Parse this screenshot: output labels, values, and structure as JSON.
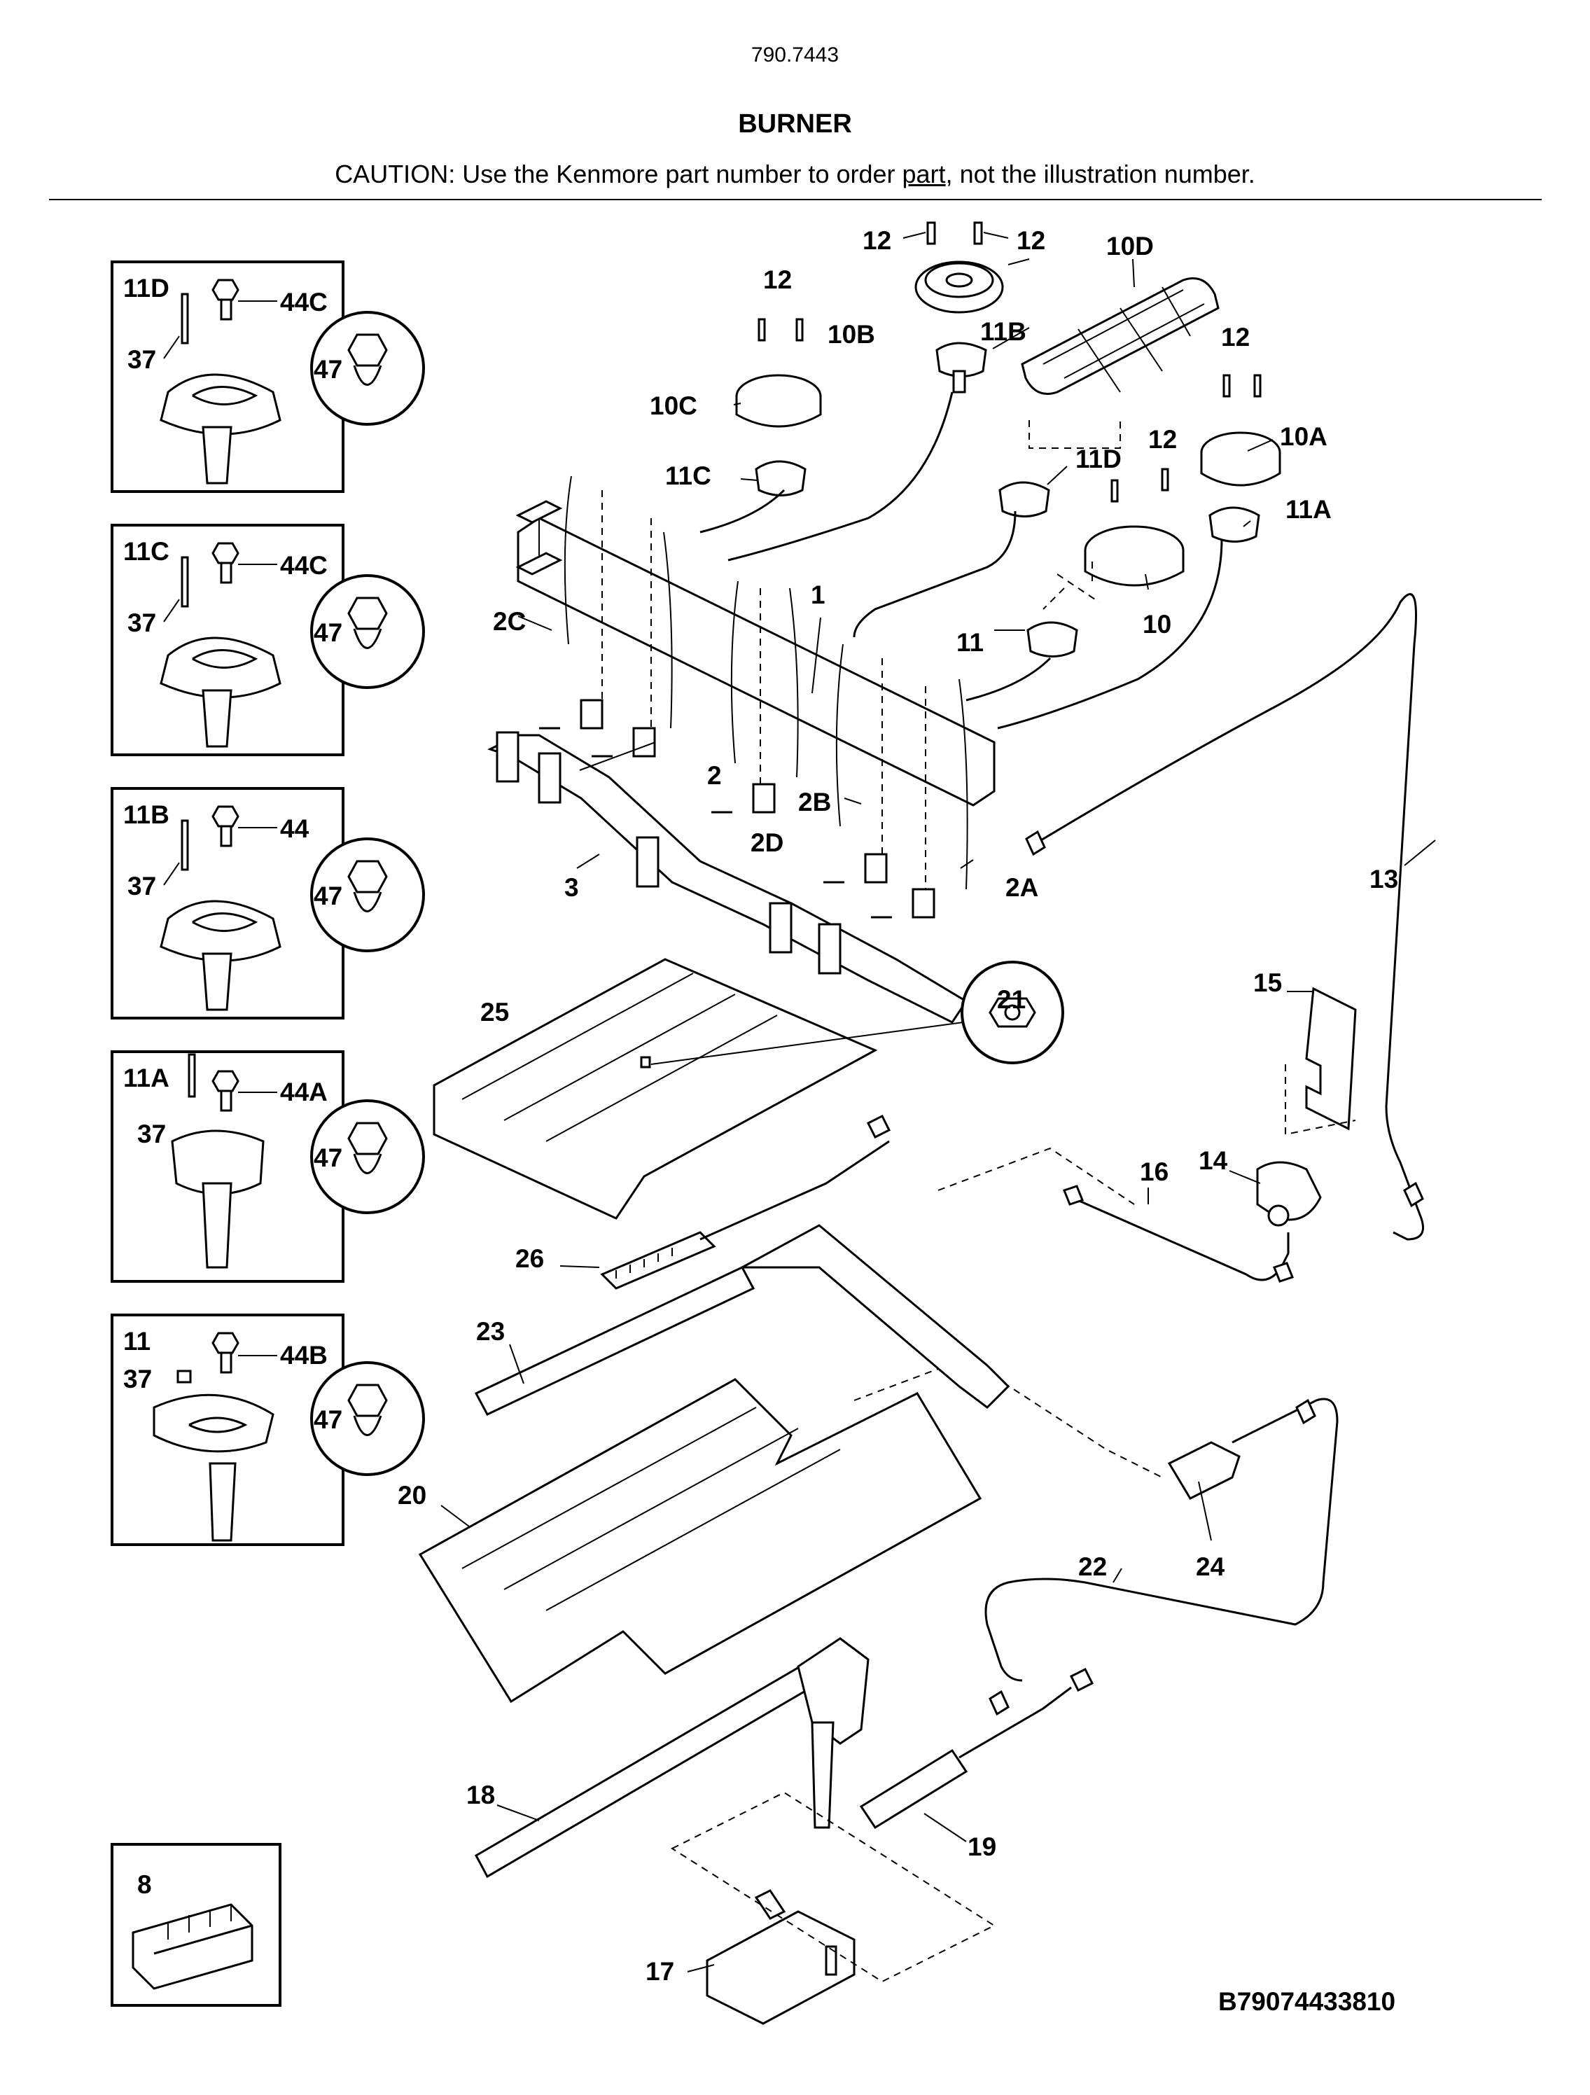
{
  "header": {
    "model_number": "790.7443",
    "section_title": "BURNER",
    "caution_prefix": "CAUTION: Use the Kenmore part number to order ",
    "caution_link": "part",
    "caution_suffix": ", not the illustration number."
  },
  "diagram_code": "B79074433810",
  "inset_boxes": [
    {
      "title": "11D",
      "labels": [
        "44C",
        "37",
        "47"
      ]
    },
    {
      "title": "11C",
      "labels": [
        "44C",
        "37",
        "47"
      ]
    },
    {
      "title": "11B",
      "labels": [
        "44",
        "37",
        "47"
      ]
    },
    {
      "title": "11A",
      "labels": [
        "44A",
        "37",
        "47"
      ]
    },
    {
      "title": "11",
      "labels": [
        "44B",
        "37",
        "47"
      ]
    },
    {
      "title": "8",
      "labels": []
    }
  ],
  "callouts": [
    "12",
    "12",
    "10D",
    "12",
    "10B",
    "11B",
    "12",
    "10C",
    "11C",
    "12",
    "10A",
    "11D",
    "11A",
    "10",
    "1",
    "11",
    "2C",
    "2",
    "2D",
    "2B",
    "2A",
    "3",
    "13",
    "21",
    "25",
    "15",
    "14",
    "16",
    "26",
    "23",
    "24",
    "20",
    "22",
    "18",
    "19",
    "17"
  ]
}
